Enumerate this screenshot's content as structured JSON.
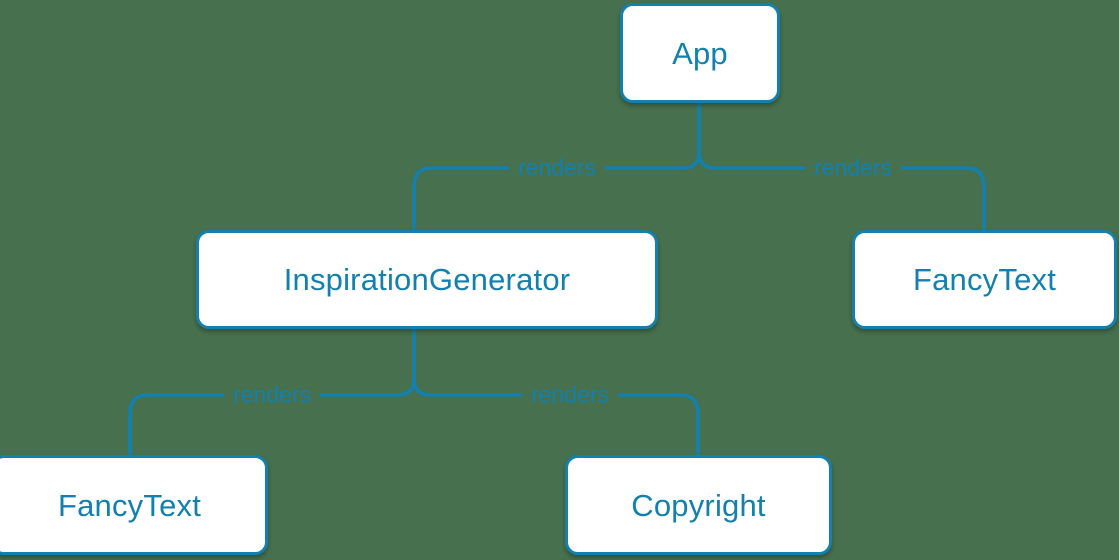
{
  "diagram": {
    "type": "component-tree",
    "background_color": "#46704e",
    "node_fill_color": "#ffffff",
    "stroke_color": "#1380ad",
    "text_color": "#1380ad",
    "nodes": [
      {
        "id": "app",
        "label": "App"
      },
      {
        "id": "inspgen",
        "label": "InspirationGenerator"
      },
      {
        "id": "fancy_right",
        "label": "FancyText"
      },
      {
        "id": "fancy_left",
        "label": "FancyText"
      },
      {
        "id": "copyright",
        "label": "Copyright"
      }
    ],
    "edges": [
      {
        "from": "app",
        "to": "inspgen",
        "label": "renders"
      },
      {
        "from": "app",
        "to": "fancy_right",
        "label": "renders"
      },
      {
        "from": "inspgen",
        "to": "fancy_left",
        "label": "renders"
      },
      {
        "from": "inspgen",
        "to": "copyright",
        "label": "renders"
      }
    ]
  }
}
